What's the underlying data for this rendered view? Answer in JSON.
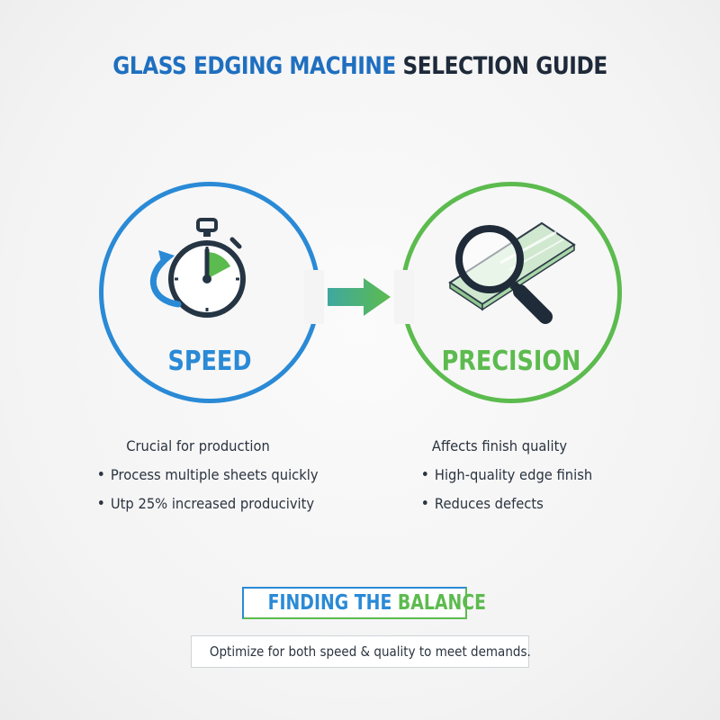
{
  "title": {
    "part1": "GLASS EDGING MACHINE",
    "part2": "SELECTION GUIDE"
  },
  "speed": {
    "label": "SPEED",
    "icon": "stopwatch-icon",
    "color": "#2a8ad6",
    "heading": "Crucial for production",
    "bullets": [
      "Process multiple sheets quickly",
      "Utp 25% increased producivity"
    ]
  },
  "precision": {
    "label": "PRECISION",
    "icon": "magnifier-glass-icon",
    "color": "#5cbb4e",
    "heading": "Affects finish quality",
    "bullets": [
      "High-quality edge finish",
      "Reduces defects"
    ]
  },
  "balance": {
    "part1": "FINDING THE",
    "part2": "BALANCE"
  },
  "note": "Optimize for both speed & quality to meet demands."
}
